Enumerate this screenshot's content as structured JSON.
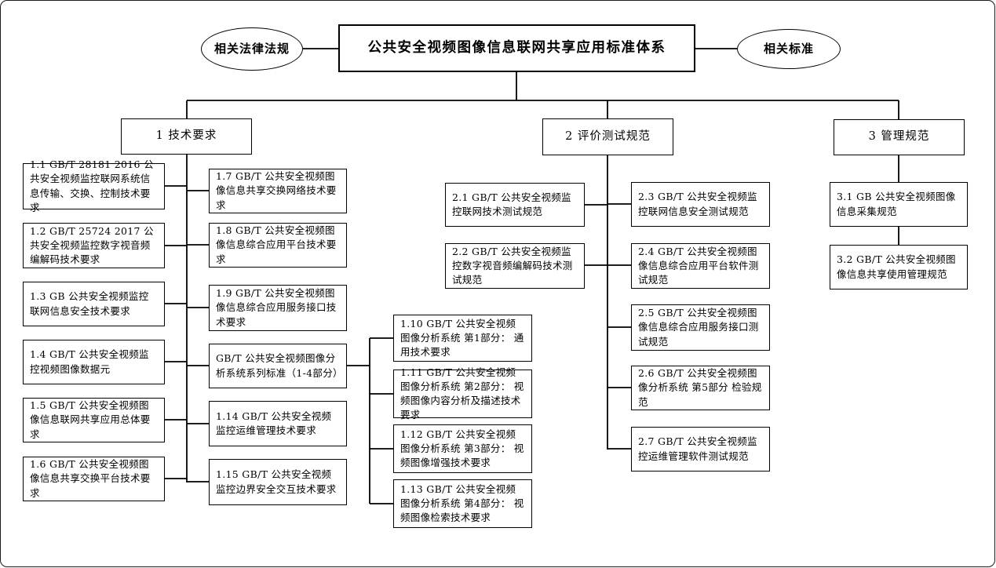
{
  "page": {
    "background": "#ffffff",
    "line_color": "#000000"
  },
  "root": {
    "label": "公共安全视频图像信息联网共享应用标准体系"
  },
  "left_ellipse": {
    "label": "相关法律法规"
  },
  "right_ellipse": {
    "label": "相关标准"
  },
  "branches": {
    "b1": {
      "label": "1 技术要求"
    },
    "b2": {
      "label": "2 评价测试规范"
    },
    "b3": {
      "label": "3 管理规范"
    }
  },
  "nodes": {
    "n1_1": "1.1 GB/T 28181 2016 公共安全视频监控联网系统信息传输、交换、控制技术要求",
    "n1_2": "1.2 GB/T 25724 2017 公共安全视频监控数字视音频编解码技术要求",
    "n1_3": "1.3 GB 公共安全视频监控联网信息安全技术要求",
    "n1_4": "1.4 GB/T 公共安全视频监控视频图像数据元",
    "n1_5": "1.5 GB/T 公共安全视频图像信息联网共享应用总体要求",
    "n1_6": "1.6 GB/T 公共安全视频图像信息共享交换平台技术要求",
    "n1_7": "1.7 GB/T 公共安全视频图像信息共享交换网络技术要求",
    "n1_8": "1.8 GB/T 公共安全视频图像信息综合应用平台技术要求",
    "n1_9": "1.9 GB/T 公共安全视频图像信息综合应用服务接口技术要求",
    "series": "GB/T 公共安全视频图像分析系统系列标准（1-4部分）",
    "n1_14": "1.14 GB/T 公共安全视频监控运维管理技术要求",
    "n1_15": "1.15 GB/T 公共安全视频监控边界安全交互技术要求",
    "n1_10": "1.10 GB/T 公共安全视频图像分析系统 第1部分： 通用技术要求",
    "n1_11": "1.11 GB/T 公共安全视频图像分析系统 第2部分： 视频图像内容分析及描述技术要求",
    "n1_12": "1.12 GB/T 公共安全视频图像分析系统 第3部分： 视频图像增强技术要求",
    "n1_13": "1.13 GB/T 公共安全视频图像分析系统 第4部分： 视频图像检索技术要求",
    "n2_1": "2.1 GB/T 公共安全视频监控联网技术测试规范",
    "n2_2": "2.2 GB/T 公共安全视频监控数字视音频编解码技术测试规范",
    "n2_3": "2.3 GB/T 公共安全视频监控联网信息安全测试规范",
    "n2_4": "2.4 GB/T 公共安全视频图像信息综合应用平台软件测试规范",
    "n2_5": "2.5 GB/T 公共安全视频图像信息综合应用服务接口测试规范",
    "n2_6": "2.6 GB/T 公共安全视频图像分析系统 第5部分 检验规范",
    "n2_7": "2.7 GB/T 公共安全视频监控运维管理软件测试规范",
    "n3_1": "3.1 GB 公共安全视频图像信息采集规范",
    "n3_2": "3.2 GB/T 公共安全视频图像信息共享使用管理规范"
  }
}
